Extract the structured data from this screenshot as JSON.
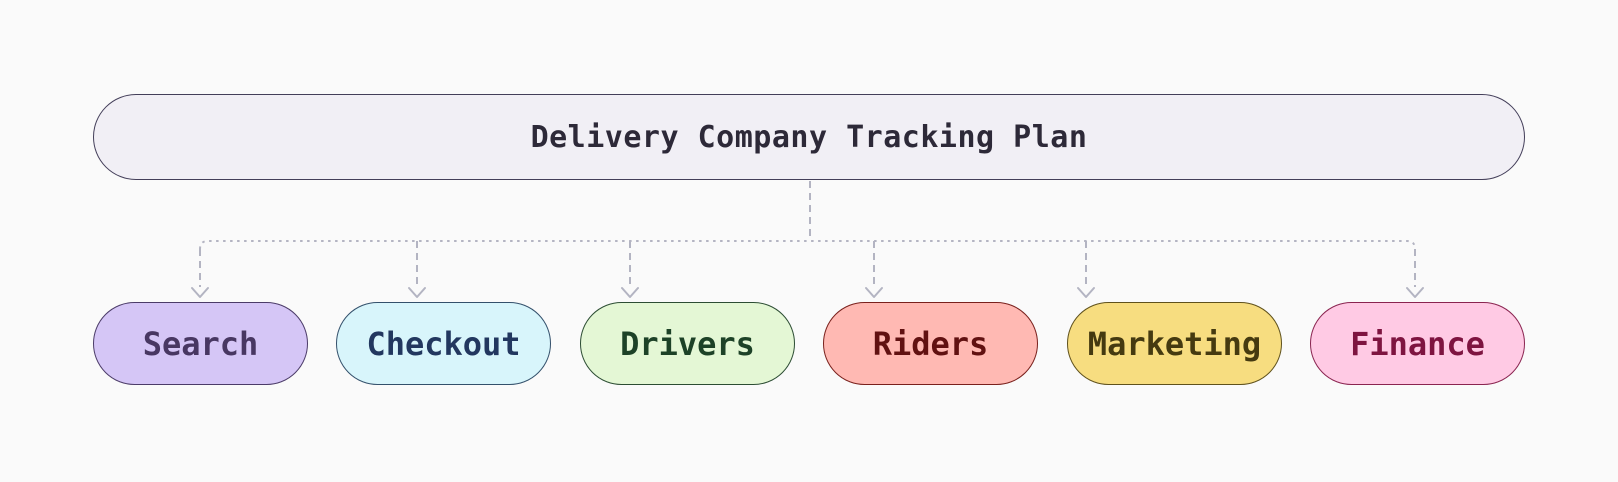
{
  "diagram": {
    "connector_color": "#b3b4c2",
    "background_color": "#fafafa",
    "root": {
      "label": "Delivery Company Tracking Plan",
      "fill": "#f1eff5",
      "border": "#433e59",
      "text_color": "#2d2938"
    },
    "children": [
      {
        "label": "Search",
        "fill": "#d5c6f6",
        "border": "#4b3b68",
        "text_color": "#483762"
      },
      {
        "label": "Checkout",
        "fill": "#d8f5fb",
        "border": "#33506b",
        "text_color": "#22375f"
      },
      {
        "label": "Drivers",
        "fill": "#e4f7d5",
        "border": "#2c4d33",
        "text_color": "#1d4227"
      },
      {
        "label": "Riders",
        "fill": "#ffb9b3",
        "border": "#79201c",
        "text_color": "#611111"
      },
      {
        "label": "Marketing",
        "fill": "#f7dd80",
        "border": "#5f511c",
        "text_color": "#453a10"
      },
      {
        "label": "Finance",
        "fill": "#ffcae4",
        "border": "#8a2450",
        "text_color": "#7e1440"
      }
    ]
  }
}
